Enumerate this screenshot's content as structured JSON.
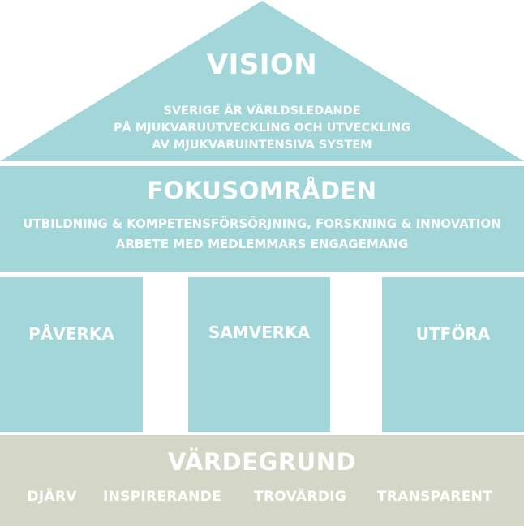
{
  "colors": {
    "teal": "#a2d6d9",
    "beige": "#d4d7c8",
    "text": "#ffffff"
  },
  "vision": {
    "title": "VISION",
    "lines": [
      "SVERIGE ÄR VÄRLDSLEDANDE",
      "PÅ MJUKVARUUTVECKLING OCH UTVECKLING",
      "AV MJUKVARUINTENSIVA SYSTEM"
    ]
  },
  "focus": {
    "title": "FOKUSOMRÅDEN",
    "lines": [
      "UTBILDNING & KOMPETENSFÖRSÖRJNING, FORSKNING & INNOVATION",
      "ARBETE MED MEDLEMMARS ENGAGEMANG"
    ]
  },
  "pillars": [
    "PÅVERKA",
    "SAMVERKA",
    "UTFÖRA"
  ],
  "foundation": {
    "title": "VÄRDEGRUND",
    "values": [
      "DJÄRV",
      "INSPIRERANDE",
      "TROVÄRDIG",
      "TRANSPARENT"
    ]
  }
}
